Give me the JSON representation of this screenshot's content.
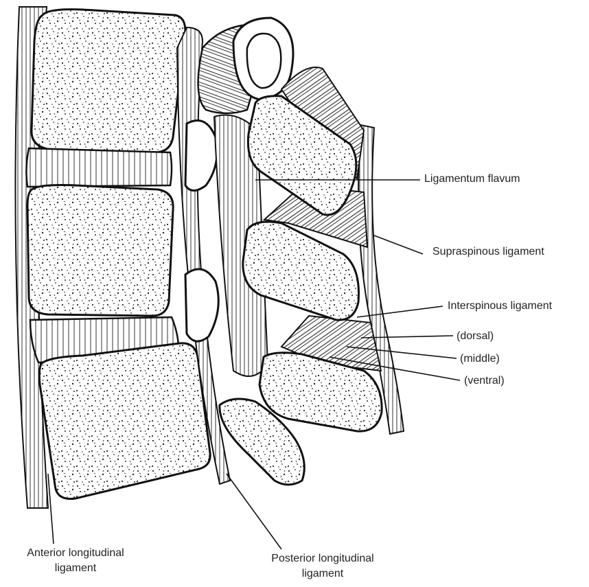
{
  "labels": {
    "ligamentum_flavum": "Ligamentum flavum",
    "supraspinous": "Supraspinous ligament",
    "interspinous": "Interspinous ligament",
    "dorsal": "(dorsal)",
    "middle": "(middle)",
    "ventral": "(ventral)",
    "anterior_line1": "Anterior longitudinal",
    "anterior_line2": "ligament",
    "posterior_line1": "Posterior longitudinal",
    "posterior_line2": "ligament"
  }
}
